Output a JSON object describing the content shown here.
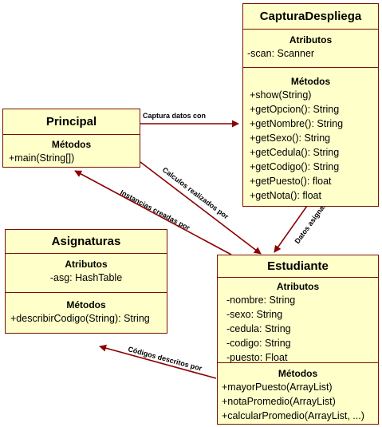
{
  "classes": {
    "captura": {
      "name": "CapturaDespliega",
      "attributes_header": "Atributos",
      "attributes": [
        "-scan: Scanner"
      ],
      "methods_header": "Métodos",
      "methods": [
        "+show(String)",
        "+getOpcion(): String",
        "+getNombre(): String",
        "+getSexo(): String",
        "+getCedula(): String",
        "+getCodigo(): String",
        "+getPuesto(): float",
        "+getNota(): float"
      ]
    },
    "principal": {
      "name": "Principal",
      "methods_header": "Métodos",
      "methods": [
        "+main(String[])"
      ]
    },
    "asignaturas": {
      "name": "Asignaturas",
      "attributes_header": "Atributos",
      "attributes": [
        "-asg: HashTable"
      ],
      "methods_header": "Métodos",
      "methods": [
        "+describirCodigo(String): String"
      ]
    },
    "estudiante": {
      "name": "Estudiante",
      "attributes_header": "Atributos",
      "attributes": [
        "-nombre: String",
        "-sexo: String",
        "-cedula: String",
        "-codigo: String",
        "-puesto: Float"
      ],
      "methods_header": "Métodos",
      "methods": [
        "+mayorPuesto(ArrayList)",
        "+notaPromedio(ArrayList)",
        "+calcularPromedio(ArrayList, ...)"
      ]
    }
  },
  "relations": {
    "captura_datos": "Captura datos con",
    "calculos": "Calculos realizados por",
    "instancias": "Instancias creadas por",
    "datos_asignados": "Datos asignados a",
    "codigos": "Códigos descritos por"
  },
  "colors": {
    "border": "#7a1200",
    "fill": "#ffffc9",
    "arrow": "#8b0000"
  }
}
